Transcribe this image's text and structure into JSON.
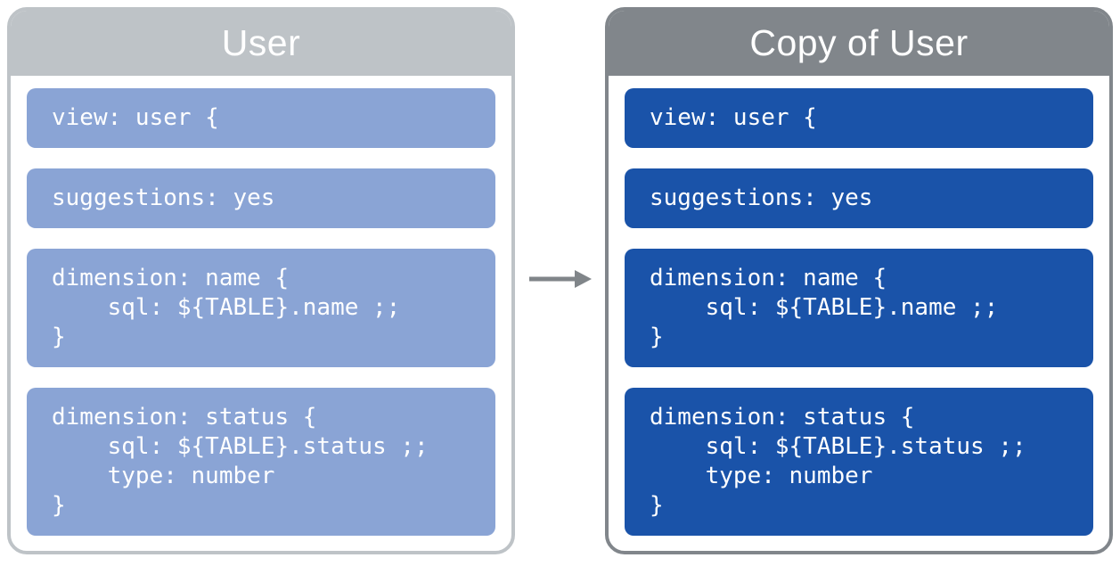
{
  "colors": {
    "left_header_gray": "#bec3c7",
    "right_header_gray": "#81868b",
    "left_block_blue": "#8aa4d5",
    "right_block_blue": "#1a53a9",
    "arrow_gray": "#808589",
    "text_white": "#ffffff",
    "background": "#ffffff"
  },
  "arrow": {
    "icon": "right-arrow"
  },
  "panels": [
    {
      "title": "User",
      "blocks": [
        {
          "text": "view: user {"
        },
        {
          "text": "suggestions: yes"
        },
        {
          "text": "dimension: name {\n    sql: ${TABLE}.name ;;\n}"
        },
        {
          "text": "dimension: status {\n    sql: ${TABLE}.status ;;\n    type: number\n}"
        }
      ]
    },
    {
      "title": "Copy of User",
      "blocks": [
        {
          "text": "view: user {"
        },
        {
          "text": "suggestions: yes"
        },
        {
          "text": "dimension: name {\n    sql: ${TABLE}.name ;;\n}"
        },
        {
          "text": "dimension: status {\n    sql: ${TABLE}.status ;;\n    type: number\n}"
        }
      ]
    }
  ]
}
